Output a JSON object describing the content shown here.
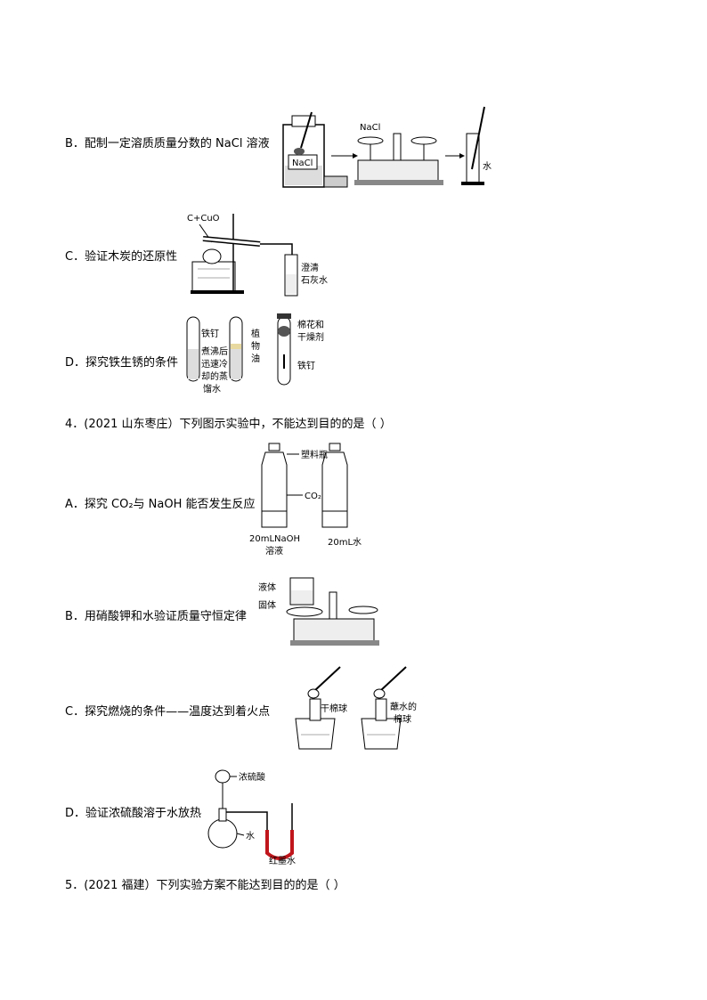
{
  "q3": {
    "optB": {
      "text": "B．配制一定溶质质量分数的 NaCl 溶液",
      "labels": {
        "bottle": "NaCl",
        "pan": "NaCl",
        "water": "水"
      }
    },
    "optC": {
      "text": "C．验证木炭的还原性",
      "labels": {
        "reagent": "C+CuO",
        "limewater1": "澄清",
        "limewater2": "石灰水"
      }
    },
    "optD": {
      "text": "D．探究铁生锈的条件",
      "labels": {
        "nail": "铁钉",
        "boiled1": "煮沸后",
        "boiled2": "迅速冷",
        "boiled3": "却的蒸",
        "boiled4": "馏水",
        "oil1": "植",
        "oil2": "物",
        "oil3": "油",
        "cotton1": "棉花和",
        "cotton2": "干燥剂",
        "nail2": "铁钉"
      }
    }
  },
  "q4": {
    "title": "4．(2021 山东枣庄）下列图示实验中，不能达到目的的是（      ）",
    "optA": {
      "text": "A．探究 CO₂与 NaOH 能否发生反应",
      "labels": {
        "bottle": "塑料瓶",
        "gas": "CO₂",
        "left1": "20mLNaOH",
        "left2": "溶液",
        "right": "20mL水"
      }
    },
    "optB": {
      "text": "B．用硝酸钾和水验证质量守恒定律",
      "labels": {
        "liquid": "液体",
        "solid": "固体"
      }
    },
    "optC": {
      "text": "C．探究燃烧的条件——温度达到着火点",
      "labels": {
        "dry": "干棉球",
        "wet1": "蘸水的",
        "wet2": "棉球"
      }
    },
    "optD": {
      "text": "D．验证浓硫酸溶于水放热",
      "labels": {
        "acid": "浓硫酸",
        "water": "水",
        "ink": "红墨水"
      }
    }
  },
  "q5": {
    "title": "5．(2021 福建）下列实验方案不能达到目的的是（      ）"
  }
}
